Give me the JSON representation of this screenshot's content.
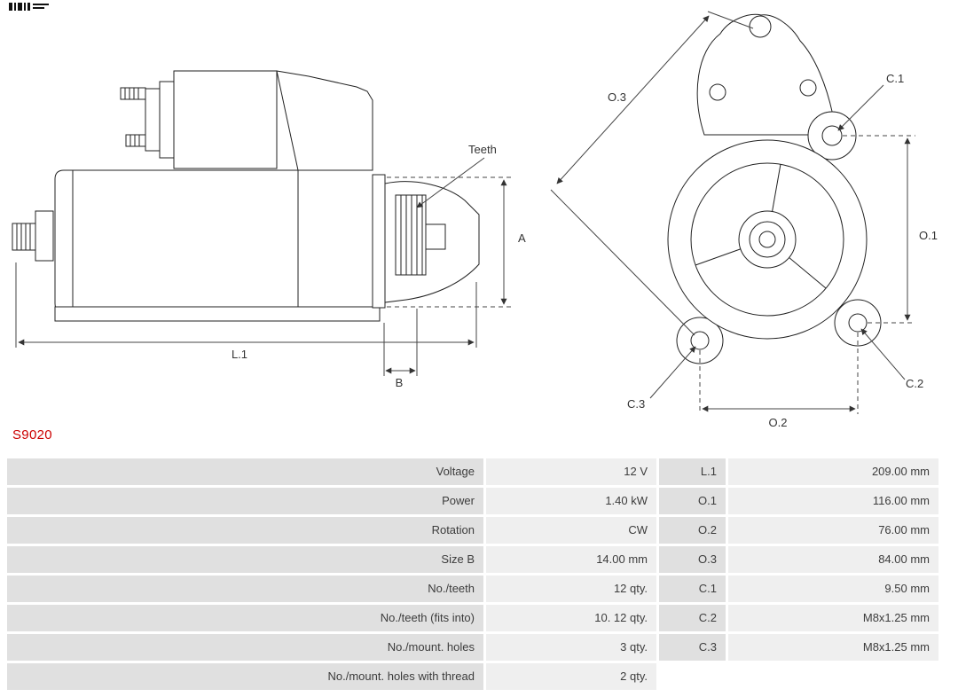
{
  "part_number": "S9020",
  "accent_color": "#cc0000",
  "drawing_labels": {
    "teeth": "Teeth",
    "a": "A",
    "l1": "L.1",
    "b": "B",
    "o1": "O.1",
    "o2": "O.2",
    "o3": "O.3",
    "c1": "C.1",
    "c2": "C.2",
    "c3": "C.3"
  },
  "spec_table": {
    "rows": [
      {
        "label": "Voltage",
        "value": "12 V",
        "dim": "L.1",
        "dim_value": "209.00 mm"
      },
      {
        "label": "Power",
        "value": "1.40 kW",
        "dim": "O.1",
        "dim_value": "116.00 mm"
      },
      {
        "label": "Rotation",
        "value": "CW",
        "dim": "O.2",
        "dim_value": "76.00 mm"
      },
      {
        "label": "Size B",
        "value": "14.00 mm",
        "dim": "O.3",
        "dim_value": "84.00 mm"
      },
      {
        "label": "No./teeth",
        "value": "12 qty.",
        "dim": "C.1",
        "dim_value": "9.50 mm"
      },
      {
        "label": "No./teeth (fits into)",
        "value": "10. 12 qty.",
        "dim": "C.2",
        "dim_value": "M8x1.25 mm"
      },
      {
        "label": "No./mount. holes",
        "value": "3 qty.",
        "dim": "C.3",
        "dim_value": "M8x1.25 mm"
      },
      {
        "label": "No./mount. holes with thread",
        "value": "2 qty.",
        "dim": "",
        "dim_value": ""
      }
    ]
  }
}
